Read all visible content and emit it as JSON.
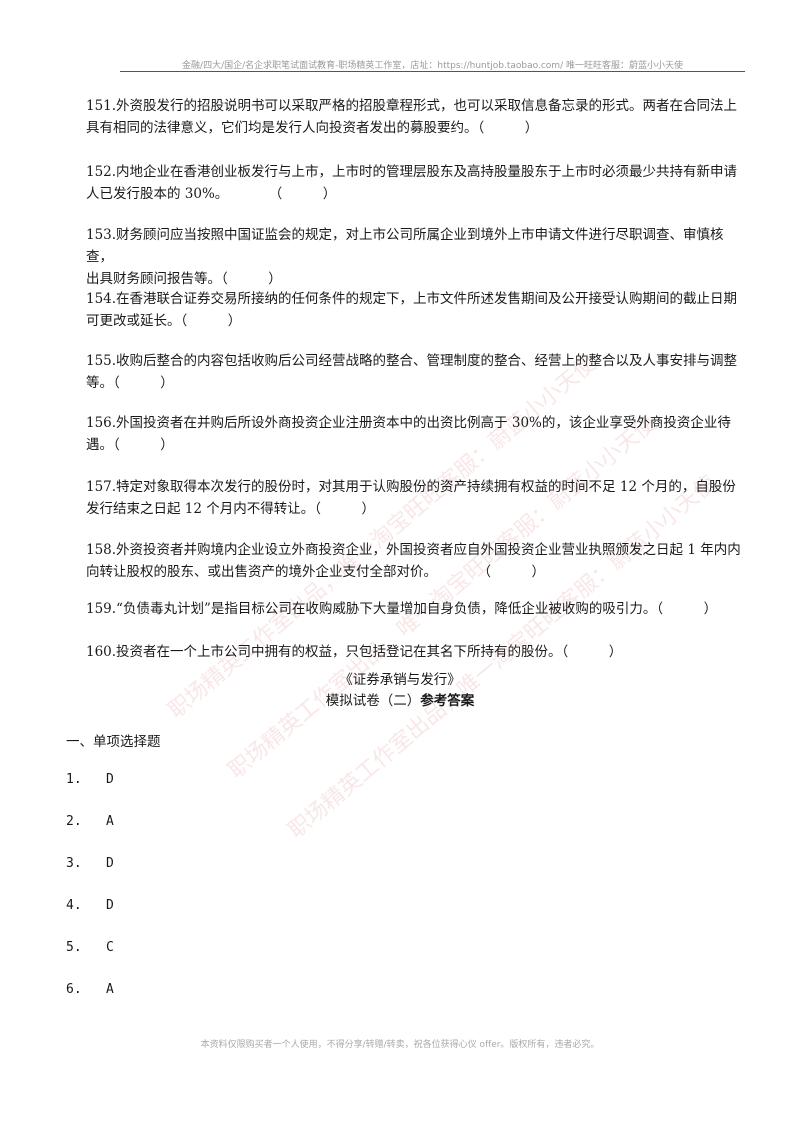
{
  "header": {
    "text": "金融/四大/国企/名企求职笔试面试教育-职场精英工作室，店址：https://huntjob.taobao.com/ 唯一旺旺客服：蔚蓝小小天使"
  },
  "questions": [
    {
      "line1": "151.外资股发行的招股说明书可以采取严格的招股章程形式，也可以采取信息备忘录的形式。两者在合同法上",
      "line2": "具有相同的法律意义，它们均是发行人向投资者发出的募股要约。（　　　）"
    },
    {
      "line1": "152.内地企业在香港创业板发行与上市，上市时的管理层股东及高持股量股东于上市时必须最少共持有新申请",
      "line2": "人已发行股本的 30%。　　　　（　　　）"
    },
    {
      "line1": "153.财务顾问应当按照中国证监会的规定，对上市公司所属企业到境外上市申请文件进行尽职调查、审慎核查，",
      "line2": "出具财务顾问报告等。（　　　）"
    },
    {
      "line1": "154.在香港联合证券交易所接纳的任何条件的规定下，上市文件所述发售期间及公开接受认购期间的截止日期",
      "line2": "可更改或延长。（　　　）"
    },
    {
      "line1": "155.收购后整合的内容包括收购后公司经营战略的整合、管理制度的整合、经营上的整合以及人事安排与调整",
      "line2": "等。（　　　）"
    },
    {
      "line1": "156.外国投资者在并购后所设外商投资企业注册资本中的出资比例高于 30%的，该企业享受外商投资企业待",
      "line2": "遇。（　　　）"
    },
    {
      "line1": "157.特定对象取得本次发行的股份时，对其用于认购股份的资产持续拥有权益的时间不足 12 个月的，自股份",
      "line2": "发行结束之日起 12 个月内不得转让。（　　　）"
    },
    {
      "line1": "158.外资投资者并购境内企业设立外商投资企业，外国投资者应自外国投资企业营业执照颁发之日起 1 年内内",
      "line2": "向转让股权的股东、或出售资产的境外企业支付全部对价。　　　　（　　　）"
    },
    {
      "line1": "159.“负债毒丸计划”是指目标公司在收购威胁下大量增加自身负债，降低企业被收购的吸引力。（　　　）",
      "line2": ""
    },
    {
      "line1": "160.投资者在一个上市公司中拥有的权益，只包括登记在其名下所持有的股份。（　　　）",
      "line2": ""
    }
  ],
  "answer_title": {
    "line1": "《证券承销与发行》",
    "line2_normal": "模拟试卷（二）",
    "line2_bold": "参考答案"
  },
  "section": {
    "label": "一、单项选择题"
  },
  "answers": [
    {
      "num": "1.",
      "letter": "D"
    },
    {
      "num": "2.",
      "letter": "A"
    },
    {
      "num": "3.",
      "letter": "D"
    },
    {
      "num": "4.",
      "letter": "D"
    },
    {
      "num": "5.",
      "letter": "C"
    },
    {
      "num": "6.",
      "letter": "A"
    }
  ],
  "footer": {
    "text": "本资料仅限购买者一个人使用，不得分享/转赠/转卖，祝各位获得心仪 offer。版权所有，违者必究。"
  },
  "watermarks": [
    "职场精英工作室出品，唯一淘宝旺旺客服：蔚蓝小小天使",
    "职场精英工作室出品，唯一淘宝旺旺客服：蔚蓝小小天使",
    "职场精英工作室出品，唯一淘宝旺旺客服：蔚蓝小小天使"
  ]
}
